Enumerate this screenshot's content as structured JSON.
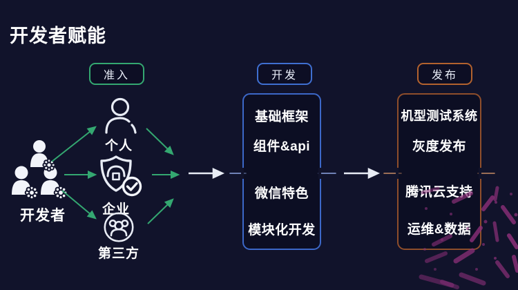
{
  "title": "开发者赋能",
  "developer": {
    "label": "开发者"
  },
  "stages": {
    "access": {
      "label": "准入",
      "items": [
        {
          "label": "个人",
          "icon": "person-icon"
        },
        {
          "label": "企业",
          "icon": "enterprise-verified-icon"
        },
        {
          "label": "第三方",
          "icon": "third-party-icon"
        }
      ]
    },
    "develop": {
      "label": "开发",
      "items": [
        {
          "label": "基础框架"
        },
        {
          "label": "组件&api"
        },
        {
          "label": "微信特色"
        },
        {
          "label": "模块化开发"
        }
      ]
    },
    "release": {
      "label": "发布",
      "items": [
        {
          "label": "机型测试系统"
        },
        {
          "label": "灰度发布"
        },
        {
          "label": "腾讯云支持"
        },
        {
          "label": "运维&数据"
        }
      ]
    }
  },
  "colors": {
    "background": "#11132b",
    "access_accent": "#34a871",
    "develop_accent": "#3c68c8",
    "release_accent": "#b3622e",
    "arrow_green": "#34a871",
    "arrow_white": "#e8ecf5",
    "text": "#ffffff",
    "firework": "#8c3079"
  }
}
